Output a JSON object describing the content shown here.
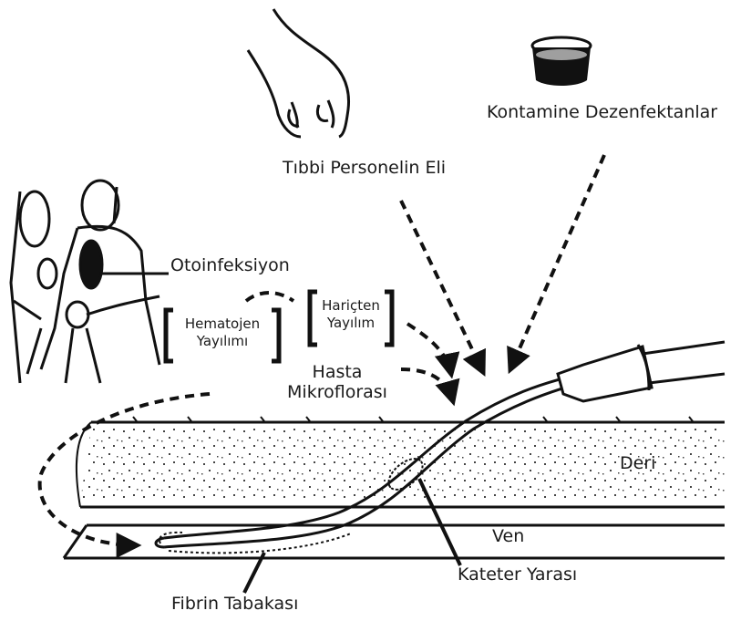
{
  "labels": {
    "contaminated_disinfectants": "Kontamine Dezenfektanlar",
    "staff_hand": "Tıbbi Personelin Eli",
    "autoinfection": "Otoinfeksiyon",
    "hematogenous_line1": "Hematojen",
    "hematogenous_line2": "Yayılımı",
    "external_line1": "Hariçten",
    "external_line2": "Yayılım",
    "patient_flora_line1": "Hasta",
    "patient_flora_line2": "Mikroflorası",
    "skin": "Deri",
    "vein": "Ven",
    "catheter_wound": "Kateter Yarası",
    "fibrin_layer": "Fibrin Tabakası"
  }
}
